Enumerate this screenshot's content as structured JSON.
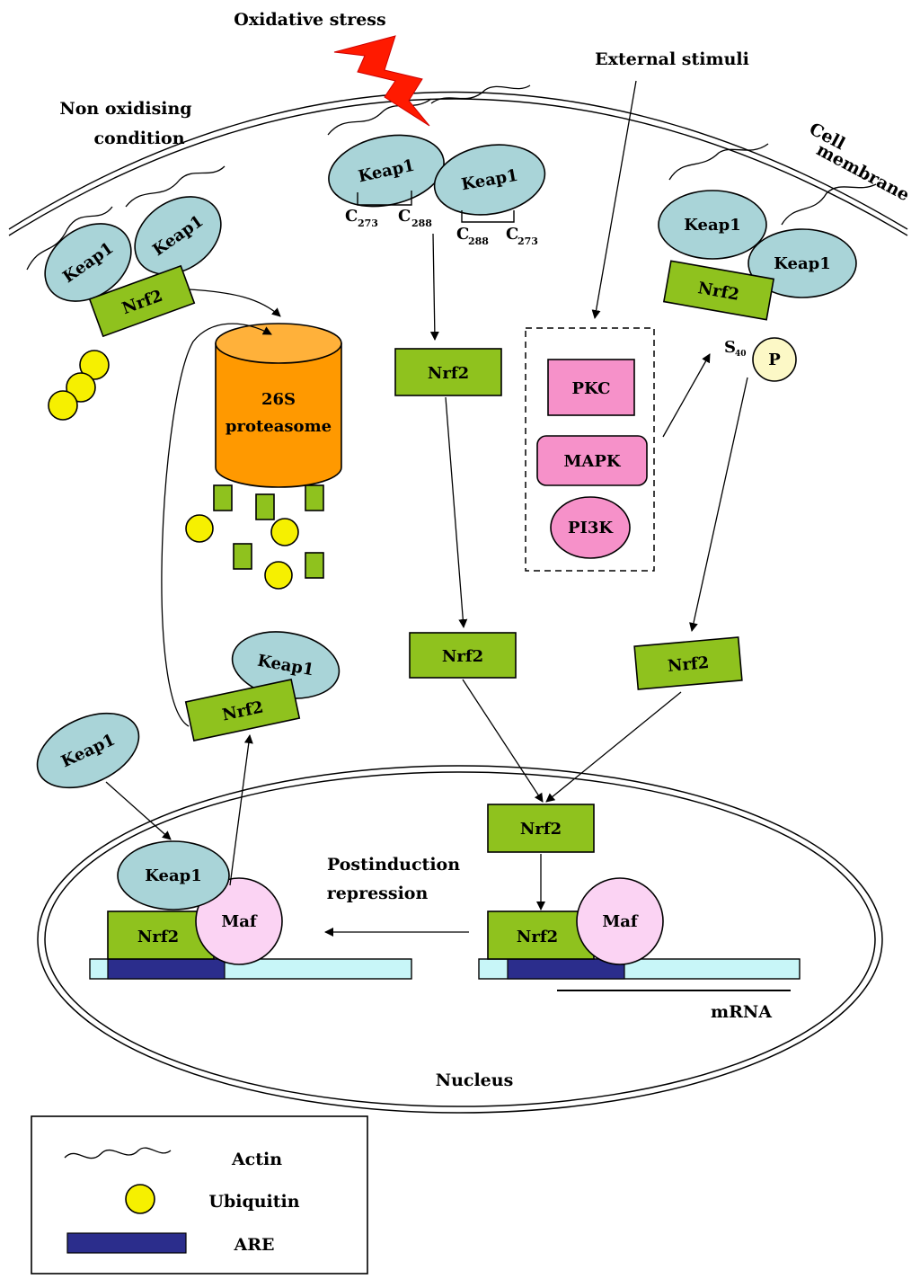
{
  "labels": {
    "oxidative_stress": "Oxidative stress",
    "external_stimuli": "External stimuli",
    "non_oxidising_1": "Non oxidising",
    "non_oxidising_2": "condition",
    "cell_membrane_1": "Cell",
    "cell_membrane_2": "membrane",
    "postinduction_1": "Postinduction",
    "postinduction_2": "repression",
    "mrna": "mRNA",
    "nucleus": "Nucleus"
  },
  "molecules": {
    "keap1": "Keap1",
    "nrf2": "Nrf2",
    "maf": "Maf",
    "proteasome_1": "26S",
    "proteasome_2": "proteasome",
    "phosphate": "P",
    "serine": "S",
    "serine_sub": "40"
  },
  "cysteines": {
    "c": "C",
    "c273": "273",
    "c288": "288"
  },
  "kinases": [
    "PKC",
    "MAPK",
    "PI3K"
  ],
  "legend": {
    "actin": "Actin",
    "ubiquitin": "Ubiquitin",
    "are": "ARE"
  },
  "colors": {
    "keap1": "#a9d4d8",
    "nrf2": "#8fc21e",
    "ubiquitin": "#f6f000",
    "proteasome": "#ff9900",
    "maf": "#fbd3f3",
    "kinase": "#f691c9",
    "are": "#2b2d8c",
    "dna": "#c8f6f8",
    "stress_bolt": "#ff1a00"
  }
}
